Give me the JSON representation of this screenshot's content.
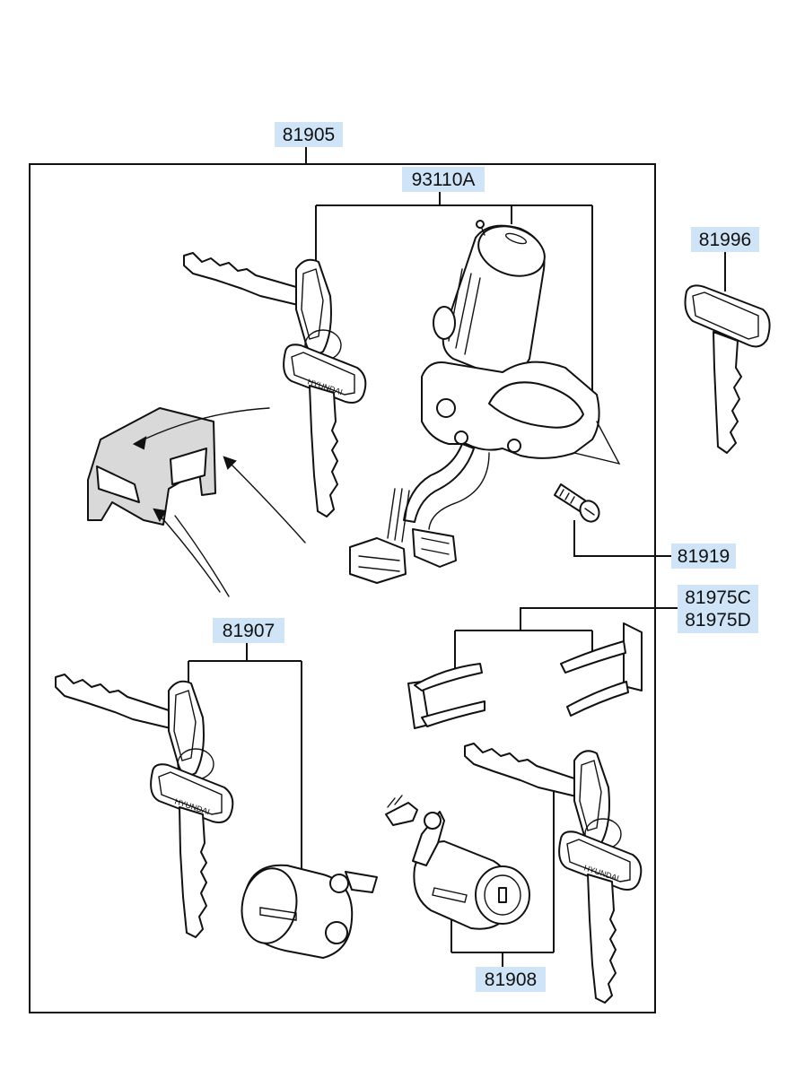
{
  "callouts": {
    "assembly": "81905",
    "ignition_lock": "93110A",
    "spare_key": "81996",
    "screw": "81919",
    "clip_1": "81975C",
    "clip_2": "81975D",
    "door_lock_set": "81907",
    "trunk_lock_set": "81908"
  },
  "key_emblem_text": "HYUNDAI",
  "colors": {
    "callout_background": "#cfe4f7",
    "line": "#111111",
    "background": "#ffffff"
  }
}
